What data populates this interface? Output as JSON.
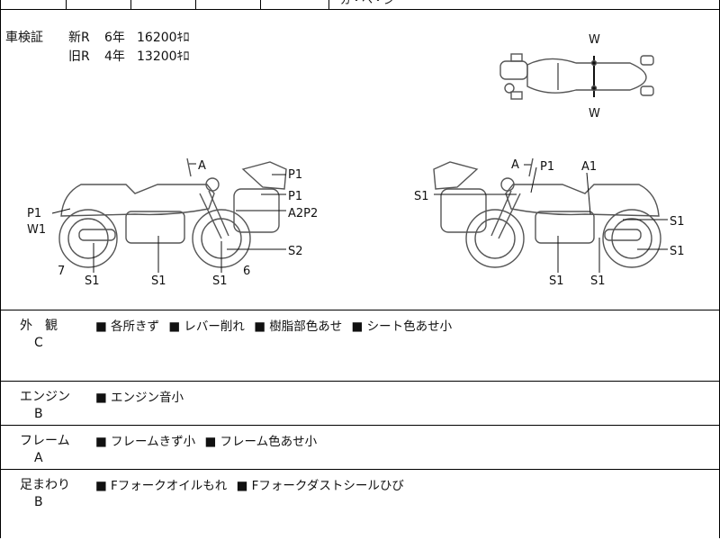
{
  "header": {
    "top_text": "ガ・ヘ・ン"
  },
  "inspection": {
    "label": "車検証",
    "rows": [
      {
        "type": "新R",
        "years": "6年",
        "price": "16200ｷﾛ"
      },
      {
        "type": "旧R",
        "years": "4年",
        "price": "13200ｷﾛ"
      }
    ]
  },
  "diagram": {
    "top_view_labels": [
      "W",
      "W"
    ],
    "left_side_labels": [
      "A",
      "P1",
      "P1",
      "A2P2",
      "P1",
      "W1",
      "S2",
      "7",
      "6",
      "S1",
      "S1",
      "S1"
    ],
    "right_side_labels": [
      "A",
      "P1",
      "A1",
      "S1",
      "S1",
      "S1",
      "S1",
      "S1"
    ]
  },
  "sections": [
    {
      "title": "外　観",
      "grade": "C",
      "items": [
        "■ 各所きず",
        "■ レバー削れ",
        "■ 樹脂部色あせ",
        "■ シート色あせ小"
      ]
    },
    {
      "title": "エンジン",
      "grade": "B",
      "items": [
        "■ エンジン音小"
      ]
    },
    {
      "title": "フレーム",
      "grade": "A",
      "items": [
        "■ フレームきず小",
        "■ フレーム色あせ小"
      ]
    },
    {
      "title": "足まわり",
      "grade": "B",
      "items": [
        "■ Fフォークオイルもれ",
        "■ Fフォークダストシールひび"
      ]
    }
  ]
}
